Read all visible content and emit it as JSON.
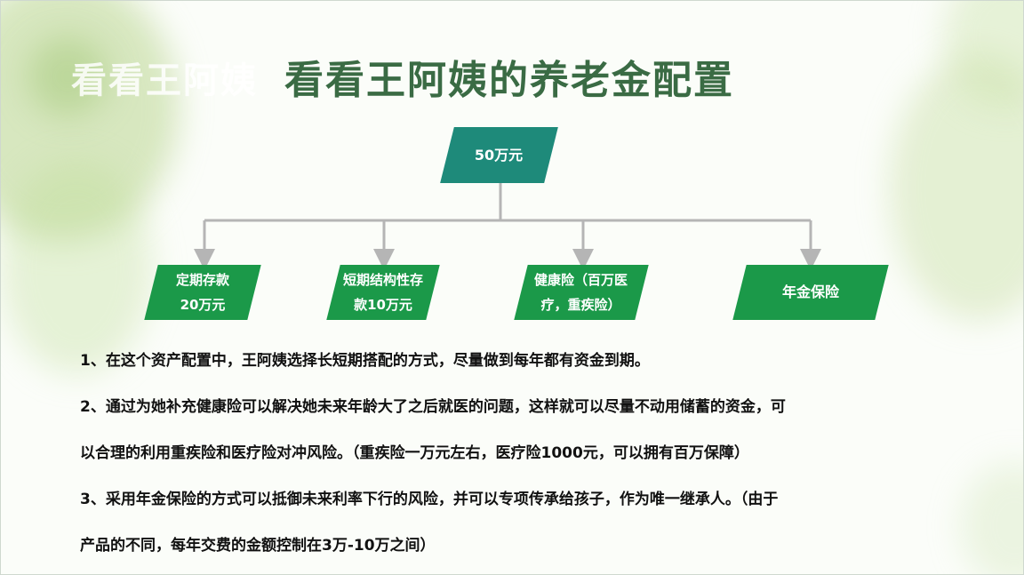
{
  "slide": {
    "title": "看看王阿姨的养老金配置",
    "ghost_title": "看看王阿姨"
  },
  "diagram": {
    "root": "50万元",
    "leaves": [
      {
        "line1": "定期存款",
        "line2": "20万元"
      },
      {
        "line1": "短期结构性存",
        "line2": "款10万元"
      },
      {
        "line1": "健康险（百万医",
        "line2": "疗，重疾险）"
      },
      {
        "line1": "年金保险",
        "line2": ""
      }
    ],
    "colors": {
      "root": "#1e8a7a",
      "leaf": "#1b9949",
      "connector": "#b5b5b5",
      "title": "#3a6b44"
    }
  },
  "notes": [
    "1、在这个资产配置中，王阿姨选择长短期搭配的方式，尽量做到每年都有资金到期。",
    "2、通过为她补充健康险可以解决她未来年龄大了之后就医的问题，这样就可以尽量不动用储蓄的资金，可",
    "以合理的利用重疾险和医疗险对冲风险。（重疾险一万元左右，医疗险1000元，可以拥有百万保障）",
    "3、采用年金保险的方式可以抵御未来利率下行的风险，并可以专项传承给孩子，作为唯一继承人。（由于",
    "产品的不同，每年交费的金额控制在3万-10万之间）"
  ]
}
